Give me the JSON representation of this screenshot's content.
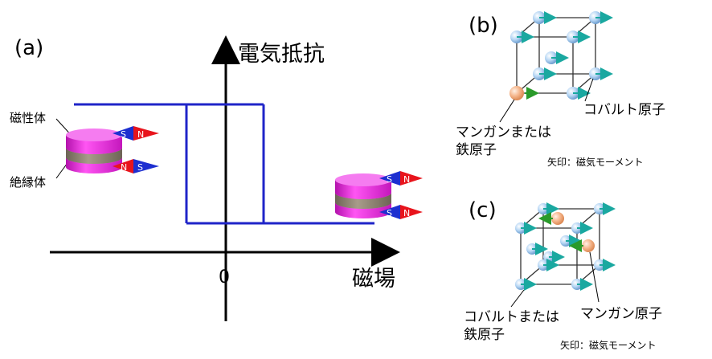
{
  "panel_a": {
    "label": "(a)",
    "y_axis_label": "電気抵抗",
    "x_axis_label": "磁場",
    "origin_label": "0",
    "magnet_layer_label": "磁性体",
    "insulator_layer_label": "絶縁体",
    "pole_n": "N",
    "pole_s": "S"
  },
  "panel_b": {
    "label": "(b)",
    "cobalt_label": "コバルト原子",
    "dopant_label_line1": "マンガンまたは",
    "dopant_label_line2": "鉄原子",
    "arrow_note": "矢印：磁気モーメント"
  },
  "panel_c": {
    "label": "(c)",
    "cobalt_label_line1": "コバルトまたは",
    "cobalt_label_line2": "鉄原子",
    "manganese_label": "マンガン原子",
    "arrow_note": "矢印：磁気モーメント"
  },
  "colors": {
    "hysteresis_line": "#1f24c8",
    "axis": "#000000",
    "magnet_layer": "#e020d8",
    "insulator_layer": "#8a7f70",
    "pole_n": "#e8141c",
    "pole_s": "#1d2fd0",
    "cobalt_atom": "#aacdf0",
    "dopant_atom": "#f3b085",
    "moment_arrow": "#1aa8a0",
    "dopant_arrow": "#2a9a2a"
  }
}
